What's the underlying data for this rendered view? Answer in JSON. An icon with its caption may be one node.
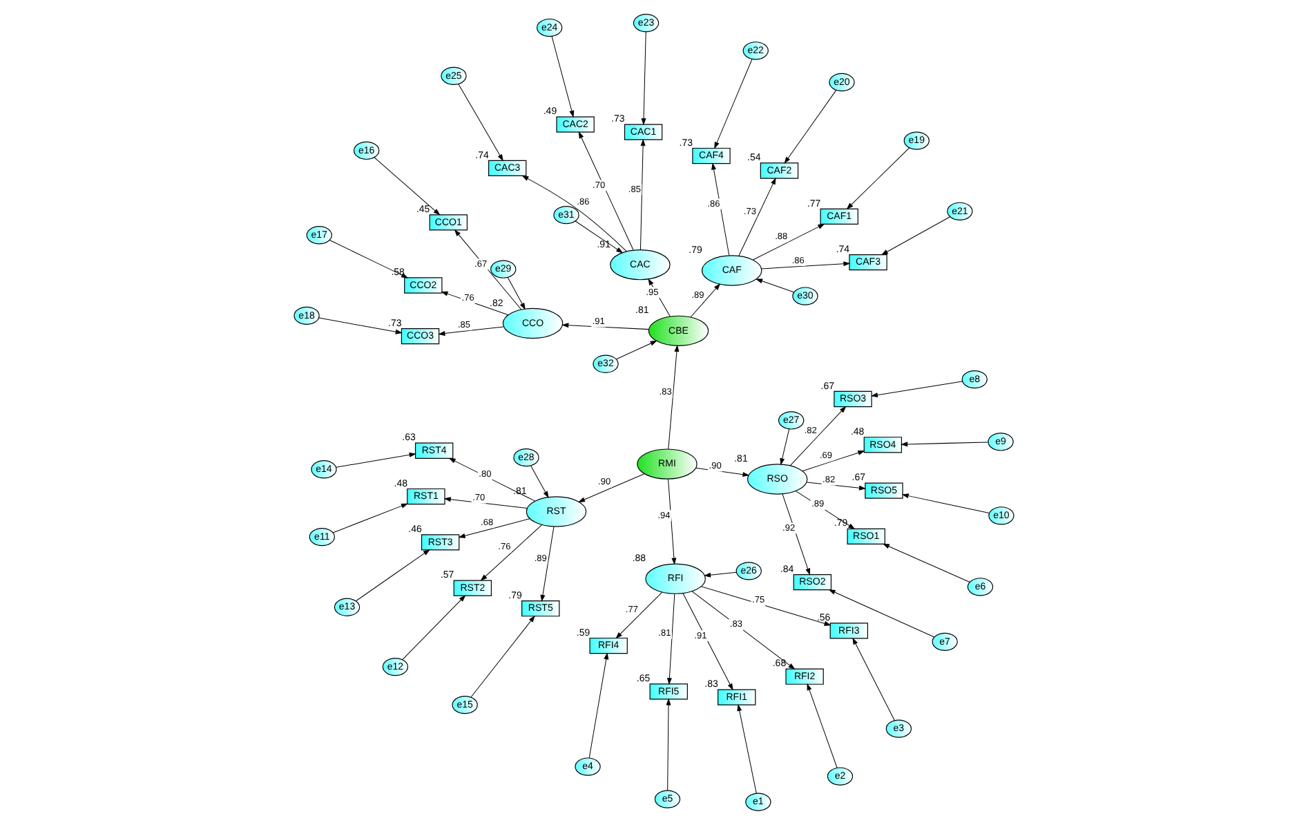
{
  "diagram": {
    "nodes": [
      {
        "text": [
          "e11"
        ]
      },
      {
        "text": [
          "e12"
        ]
      },
      {
        "text": [
          "e13"
        ]
      },
      {
        "text": [
          "e14"
        ]
      },
      {
        "text": [
          "e15"
        ]
      },
      {
        "text": [
          "RST1"
        ],
        "beside": [
          ".48"
        ]
      },
      {
        "text": [
          "RST2"
        ],
        "beside": [
          ".57"
        ]
      },
      {
        "text": [
          "RST3"
        ],
        "beside": [
          ".46"
        ]
      },
      {
        "text": [
          "RST4"
        ],
        "beside": [
          ".63"
        ]
      },
      {
        "text": [
          "RST5"
        ],
        "beside": [
          ".79"
        ]
      },
      {
        "text": [
          "RST"
        ],
        "beside": [
          ".81"
        ]
      },
      {
        "text": [
          "e28"
        ]
      },
      {
        "text": [
          "e10"
        ]
      },
      {
        "text": [
          "e9"
        ]
      },
      {
        "text": [
          "e8"
        ]
      },
      {
        "text": [
          "e7"
        ]
      },
      {
        "text": [
          "e6"
        ]
      },
      {
        "text": [
          "RSO5"
        ],
        "beside": [
          ".67"
        ]
      },
      {
        "text": [
          "RSO4"
        ],
        "beside": [
          ".48"
        ]
      },
      {
        "text": [
          "RSO3"
        ],
        "beside": [
          ".67"
        ]
      },
      {
        "text": [
          "RSO2"
        ],
        "beside": [
          ".84"
        ]
      },
      {
        "text": [
          "RSO1"
        ],
        "beside": [
          ".79"
        ]
      },
      {
        "text": [
          "e27"
        ]
      },
      {
        "text": [
          "RSO"
        ],
        "beside": [
          ".81"
        ]
      },
      {
        "text": [
          "RMI"
        ]
      },
      {
        "text": [
          "RFI"
        ],
        "beside": [
          ".88"
        ]
      },
      {
        "text": [
          "e26"
        ]
      },
      {
        "text": [
          "RFI5"
        ],
        "beside": [
          ".65"
        ]
      },
      {
        "text": [
          "RFI4"
        ],
        "beside": [
          ".59"
        ]
      },
      {
        "text": [
          "RFI3"
        ],
        "beside": [
          ".56"
        ]
      },
      {
        "text": [
          "RFI2"
        ],
        "beside": [
          ".68"
        ]
      },
      {
        "text": [
          "RFI1"
        ],
        "beside": [
          ".83"
        ]
      },
      {
        "text": [
          "e5"
        ]
      },
      {
        "text": [
          "e4"
        ]
      },
      {
        "text": [
          "e3"
        ]
      },
      {
        "text": [
          "e2"
        ]
      },
      {
        "text": [
          "e1"
        ]
      },
      {
        "text": [
          "e16"
        ]
      },
      {
        "text": [
          "e17"
        ]
      },
      {
        "text": [
          "e18"
        ]
      },
      {
        "text": [
          "CCO1"
        ],
        "beside": [
          ".45"
        ]
      },
      {
        "text": [
          "CCO2"
        ],
        "beside": [
          ".58"
        ]
      },
      {
        "text": [
          "CCO3"
        ],
        "beside": [
          ".73"
        ]
      },
      {
        "text": [
          "e29"
        ]
      },
      {
        "text": [
          "CCO"
        ],
        "beside": [
          ".82"
        ]
      },
      {
        "text": [
          "e32"
        ]
      },
      {
        "text": [
          "CBE"
        ],
        "beside": [
          ".81"
        ]
      },
      {
        "text": [
          "e30"
        ]
      },
      {
        "text": [
          "CAF"
        ],
        "beside": [
          ".79"
        ]
      },
      {
        "text": [
          "CAF1"
        ],
        "beside": [
          ".77"
        ]
      },
      {
        "text": [
          "CAF2"
        ],
        "beside": [
          ".54"
        ]
      },
      {
        "text": [
          "CAF3"
        ],
        "beside": [
          ".74"
        ]
      },
      {
        "text": [
          "CAF4"
        ],
        "beside": [
          ".73"
        ]
      },
      {
        "text": [
          "e19"
        ]
      },
      {
        "text": [
          "e20"
        ]
      },
      {
        "text": [
          "e21"
        ]
      },
      {
        "text": [
          "e22"
        ]
      },
      {
        "text": [
          "e31"
        ]
      },
      {
        "text": [
          "CAC"
        ],
        "beside": [
          ".91"
        ]
      },
      {
        "text": [
          "CAC3"
        ],
        "beside": [
          ".74"
        ]
      },
      {
        "text": [
          "CAC2"
        ],
        "beside": [
          ".49"
        ]
      },
      {
        "text": [
          "CAC1"
        ],
        "beside": [
          ".73"
        ]
      },
      {
        "text": [
          "e25"
        ]
      },
      {
        "text": [
          "e24"
        ]
      },
      {
        "text": [
          "e23"
        ]
      }
    ],
    "edges": [
      {
        "from": 24,
        "to": 10,
        "arrow": "to",
        "label": ".90"
      },
      {
        "from": 24,
        "to": 23,
        "arrow": "to",
        "label": ".90"
      },
      {
        "from": 24,
        "to": 25,
        "arrow": "to",
        "label": ".94"
      },
      {
        "from": 24,
        "to": 46,
        "arrow": "to",
        "label": ".83"
      },
      {
        "from": 10,
        "to": 5,
        "arrow": "to",
        "label": ".70"
      },
      {
        "from": 10,
        "to": 6,
        "arrow": "to",
        "label": ".76"
      },
      {
        "from": 10,
        "to": 7,
        "arrow": "to",
        "label": ".68"
      },
      {
        "from": 10,
        "to": 8,
        "arrow": "to",
        "label": ".80"
      },
      {
        "from": 10,
        "to": 9,
        "arrow": "to",
        "label": ".89"
      },
      {
        "from": 0,
        "to": 5,
        "arrow": "to"
      },
      {
        "from": 1,
        "to": 6,
        "arrow": "to"
      },
      {
        "from": 2,
        "to": 7,
        "arrow": "to"
      },
      {
        "from": 3,
        "to": 8,
        "arrow": "to"
      },
      {
        "from": 4,
        "to": 9,
        "arrow": "to"
      },
      {
        "from": 11,
        "to": 10,
        "arrow": "to"
      },
      {
        "from": 23,
        "to": 17,
        "arrow": "to",
        "label": ".82"
      },
      {
        "from": 23,
        "to": 18,
        "arrow": "to",
        "label": ".69"
      },
      {
        "from": 23,
        "to": 19,
        "arrow": "to",
        "label": ".82"
      },
      {
        "from": 23,
        "to": 20,
        "arrow": "to",
        "label": ".92"
      },
      {
        "from": 23,
        "to": 21,
        "arrow": "to",
        "label": ".89"
      },
      {
        "from": 12,
        "to": 17,
        "arrow": "to"
      },
      {
        "from": 13,
        "to": 18,
        "arrow": "to"
      },
      {
        "from": 14,
        "to": 19,
        "arrow": "to"
      },
      {
        "from": 15,
        "to": 20,
        "arrow": "to"
      },
      {
        "from": 16,
        "to": 21,
        "arrow": "to"
      },
      {
        "from": 22,
        "to": 23,
        "arrow": "to"
      },
      {
        "from": 25,
        "to": 27,
        "arrow": "to",
        "label": ".81"
      },
      {
        "from": 25,
        "to": 28,
        "arrow": "to",
        "label": ".77"
      },
      {
        "from": 25,
        "to": 29,
        "arrow": "to",
        "label": ".75"
      },
      {
        "from": 25,
        "to": 30,
        "arrow": "to",
        "label": ".83"
      },
      {
        "from": 25,
        "to": 31,
        "arrow": "to",
        "label": ".91"
      },
      {
        "from": 32,
        "to": 27,
        "arrow": "to"
      },
      {
        "from": 33,
        "to": 28,
        "arrow": "to"
      },
      {
        "from": 34,
        "to": 29,
        "arrow": "to"
      },
      {
        "from": 35,
        "to": 30,
        "arrow": "to"
      },
      {
        "from": 36,
        "to": 31,
        "arrow": "to"
      },
      {
        "from": 26,
        "to": 25,
        "arrow": "to"
      },
      {
        "from": 46,
        "to": 44,
        "arrow": "to",
        "label": ".91"
      },
      {
        "from": 46,
        "to": 48,
        "arrow": "to",
        "label": ".89"
      },
      {
        "from": 46,
        "to": 58,
        "arrow": "to",
        "label": ".95"
      },
      {
        "from": 44,
        "to": 40,
        "arrow": "to",
        "label": ".67"
      },
      {
        "from": 44,
        "to": 41,
        "arrow": "to",
        "label": ".76"
      },
      {
        "from": 44,
        "to": 42,
        "arrow": "to",
        "label": ".85"
      },
      {
        "from": 37,
        "to": 40,
        "arrow": "to"
      },
      {
        "from": 38,
        "to": 41,
        "arrow": "to"
      },
      {
        "from": 39,
        "to": 42,
        "arrow": "to"
      },
      {
        "from": 43,
        "to": 44,
        "arrow": "to"
      },
      {
        "from": 45,
        "to": 46,
        "arrow": "to"
      },
      {
        "from": 47,
        "to": 48,
        "arrow": "to"
      },
      {
        "from": 48,
        "to": 49,
        "arrow": "to",
        "label": ".88"
      },
      {
        "from": 48,
        "to": 50,
        "arrow": "to",
        "label": ".73"
      },
      {
        "from": 48,
        "to": 51,
        "arrow": "to",
        "label": ".86"
      },
      {
        "from": 48,
        "to": 52,
        "arrow": "to",
        "label": ".86"
      },
      {
        "from": 53,
        "to": 49,
        "arrow": "to"
      },
      {
        "from": 54,
        "to": 50,
        "arrow": "to"
      },
      {
        "from": 55,
        "to": 51,
        "arrow": "to"
      },
      {
        "from": 56,
        "to": 52,
        "arrow": "to"
      },
      {
        "from": 57,
        "to": 58,
        "arrow": "to"
      },
      {
        "from": 58,
        "to": 59,
        "arrow": "to",
        "label": ".86"
      },
      {
        "from": 58,
        "to": 60,
        "arrow": "to",
        "label": ".70"
      },
      {
        "from": 58,
        "to": 61,
        "arrow": "to",
        "label": ".85"
      },
      {
        "from": 62,
        "to": 59,
        "arrow": "to"
      },
      {
        "from": 63,
        "to": 60,
        "arrow": "to"
      },
      {
        "from": 64,
        "to": 61,
        "arrow": "to"
      }
    ]
  }
}
